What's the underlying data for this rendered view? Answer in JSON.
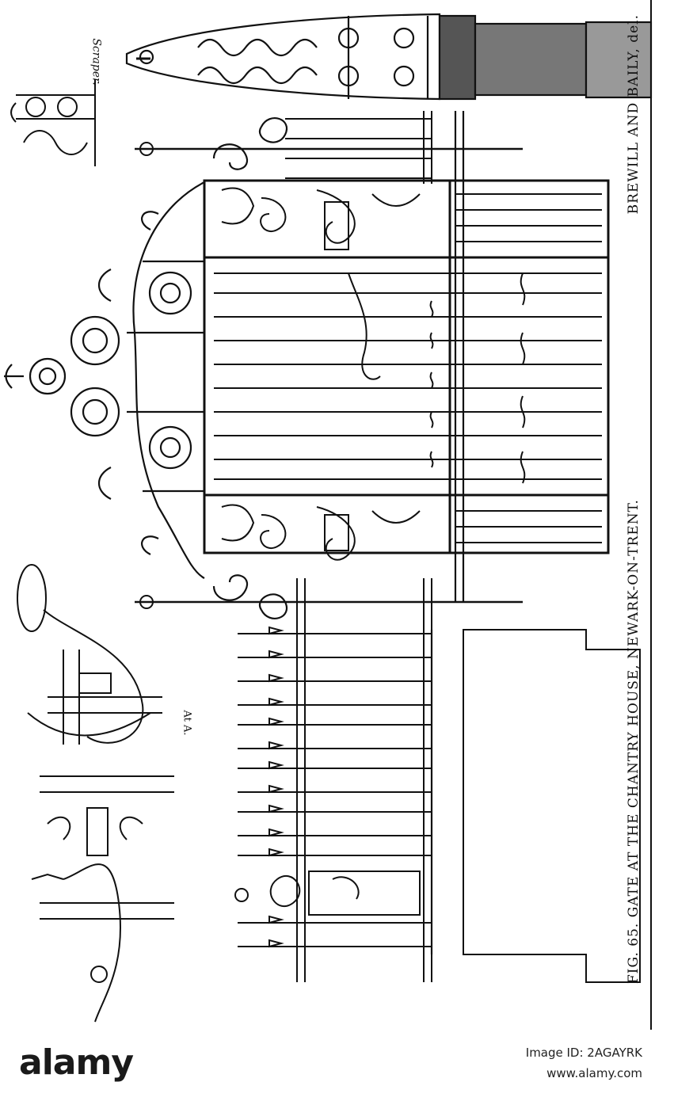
{
  "illustration": {
    "caption": "FIG. 65. GATE AT THE CHANTRY HOUSE, NEWARK-ON-TRENT.",
    "credit": "BREWILL AND BAILY, del.",
    "scraper_label": "Scraper.",
    "detail_label": "At A."
  },
  "watermark": {
    "logo": "alamy",
    "image_id": "Image ID: 2AGAYRK",
    "url": "www.alamy.com"
  }
}
